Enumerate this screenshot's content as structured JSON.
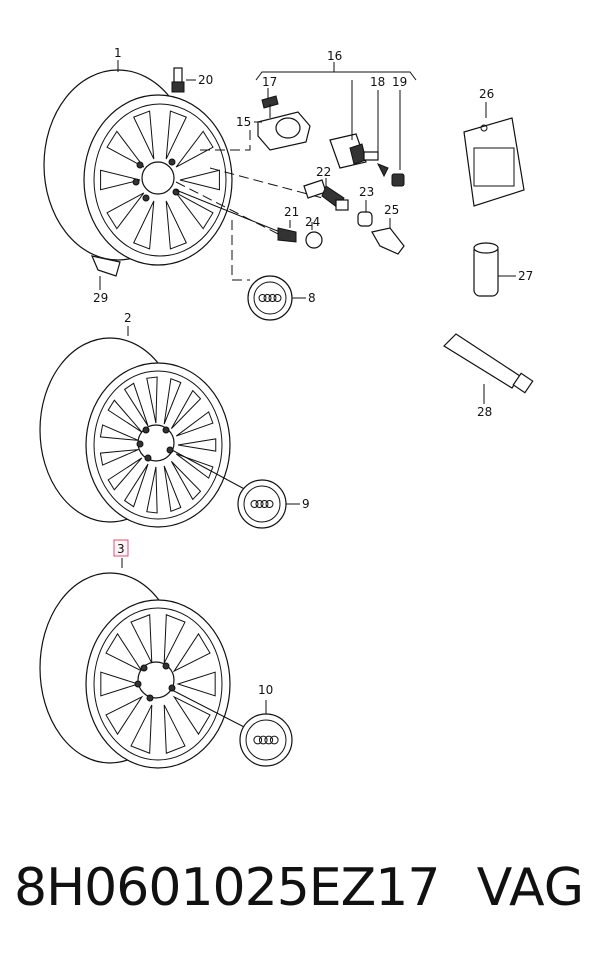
{
  "labels": {
    "l1": "1",
    "l2": "2",
    "l3": "3",
    "l8": "8",
    "l9": "9",
    "l10": "10",
    "l15": "15",
    "l16": "16",
    "l17": "17",
    "l18": "18",
    "l19": "19",
    "l20": "20",
    "l21": "21",
    "l22": "22",
    "l23": "23",
    "l24": "24",
    "l25": "25",
    "l26": "26",
    "l27": "27",
    "l28": "28",
    "l29": "29"
  },
  "footer": {
    "part_number": "8H0601025EZ17",
    "brand": "VAG"
  },
  "colors": {
    "line": "#111111",
    "highlight": "#e05070"
  }
}
